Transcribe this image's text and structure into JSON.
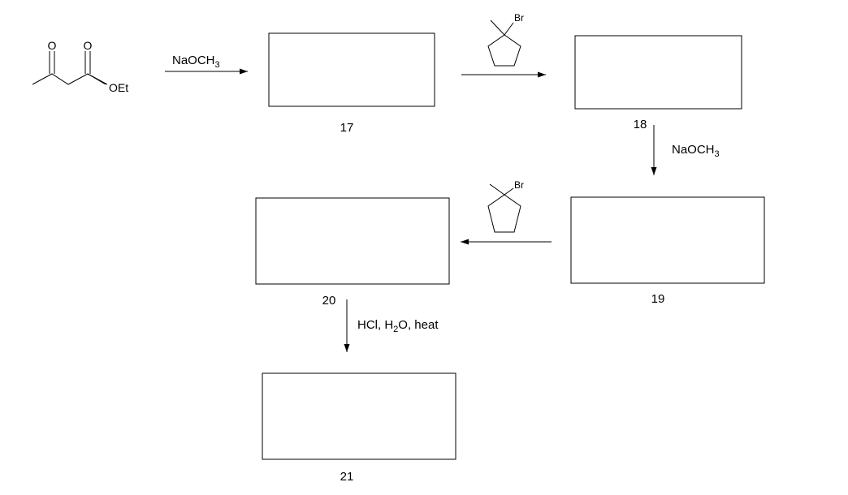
{
  "starting_material": {
    "ketone_oxygen": "O",
    "ester_oxygen": "O",
    "ester_group": "OEt"
  },
  "step1": {
    "reagent_base": "NaOCH",
    "reagent_subscript": "3"
  },
  "step2": {
    "alkyl_halide_halogen": "Br"
  },
  "step3": {
    "reagent_base": "NaOCH",
    "reagent_subscript": "3"
  },
  "step4": {
    "alkyl_halide_halogen": "Br"
  },
  "step5": {
    "reagent_part1": "HCl, H",
    "reagent_subscript": "2",
    "reagent_part2": "O, heat"
  },
  "compounds": {
    "c17": "17",
    "c18": "18",
    "c19": "19",
    "c20": "20",
    "c21": "21"
  }
}
